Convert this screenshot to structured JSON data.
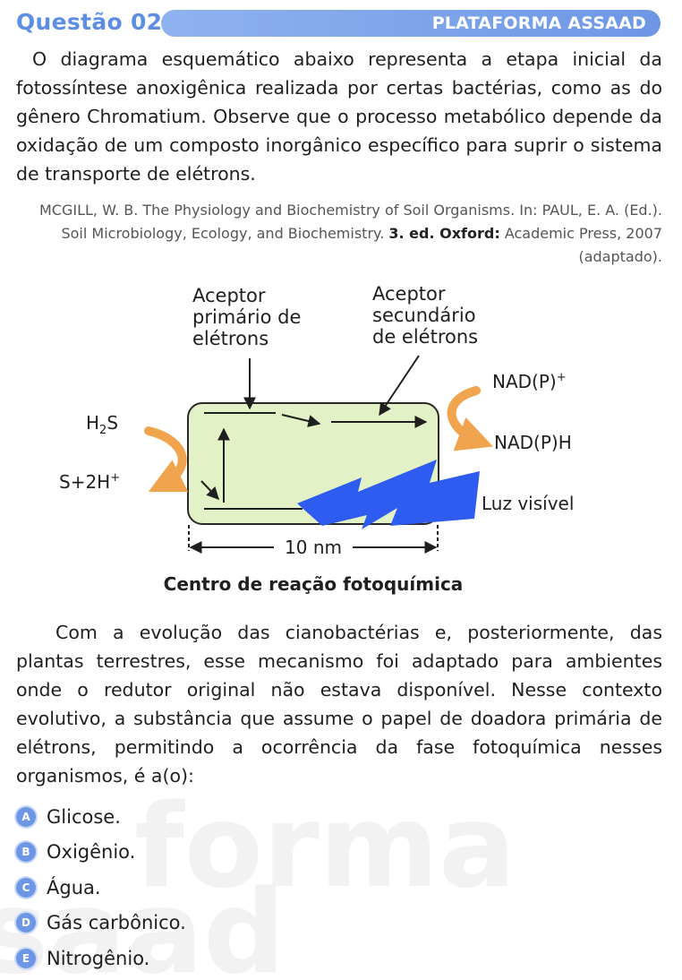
{
  "header": {
    "question_label": "Questão 02",
    "platform": "PLATAFORMA ASSAAD"
  },
  "intro": "O diagrama esquemático abaixo representa a etapa inicial da fotossíntese anoxigênica realizada por certas bactérias, como as do gênero Chromatium. Observe que o processo metabólico depende da oxidação de um composto inorgânico específico para suprir o sistema de transporte de elétrons.",
  "citation": {
    "part1": "MCGILL, W. B. The Physiology and Biochemistry of Soil Organisms. In: PAUL, E. A. (Ed.). Soil Microbiology, Ecology, and Biochemistry. ",
    "bold": "3. ed. Oxford:",
    "part2": " Academic Press, 2007 (adaptado)."
  },
  "diagram": {
    "primary_acceptor": [
      "Aceptor",
      "primário de",
      "elétrons"
    ],
    "secondary_acceptor": [
      "Aceptor",
      "secundário",
      "de elétrons"
    ],
    "donor": {
      "base": "H",
      "sub": "2",
      "tail": "S"
    },
    "donor_product": {
      "base": "S+2H",
      "sup": "+"
    },
    "nadp_ox": {
      "base": "NAD(P)",
      "sup": "+"
    },
    "nadph": "NAD(P)H",
    "light": "Luz visível",
    "scale": "10 nm",
    "caption": "Centro de reação fotoquímica",
    "colors": {
      "box_fill": "#e3f1c6",
      "box_stroke": "#2a2a2a",
      "orange": "#f1a44e",
      "lightning": "#2f5cf0"
    }
  },
  "body2": "Com a evolução das cianobactérias e, posteriormente, das plantas terrestres, esse mecanismo foi adaptado para ambientes onde o redutor original não estava disponível. Nesse contexto evolutivo, a substância que assume o papel de doadora primária de elétrons, permitindo a ocorrência da fase fotoquímica nesses organismos, é a(o):",
  "watermark": [
    "forma",
    "saad"
  ],
  "options": [
    {
      "letter": "A",
      "text": "Glicose."
    },
    {
      "letter": "B",
      "text": "Oxigênio."
    },
    {
      "letter": "C",
      "text": "Água."
    },
    {
      "letter": "D",
      "text": "Gás carbônico."
    },
    {
      "letter": "E",
      "text": "Nitrogênio."
    }
  ]
}
